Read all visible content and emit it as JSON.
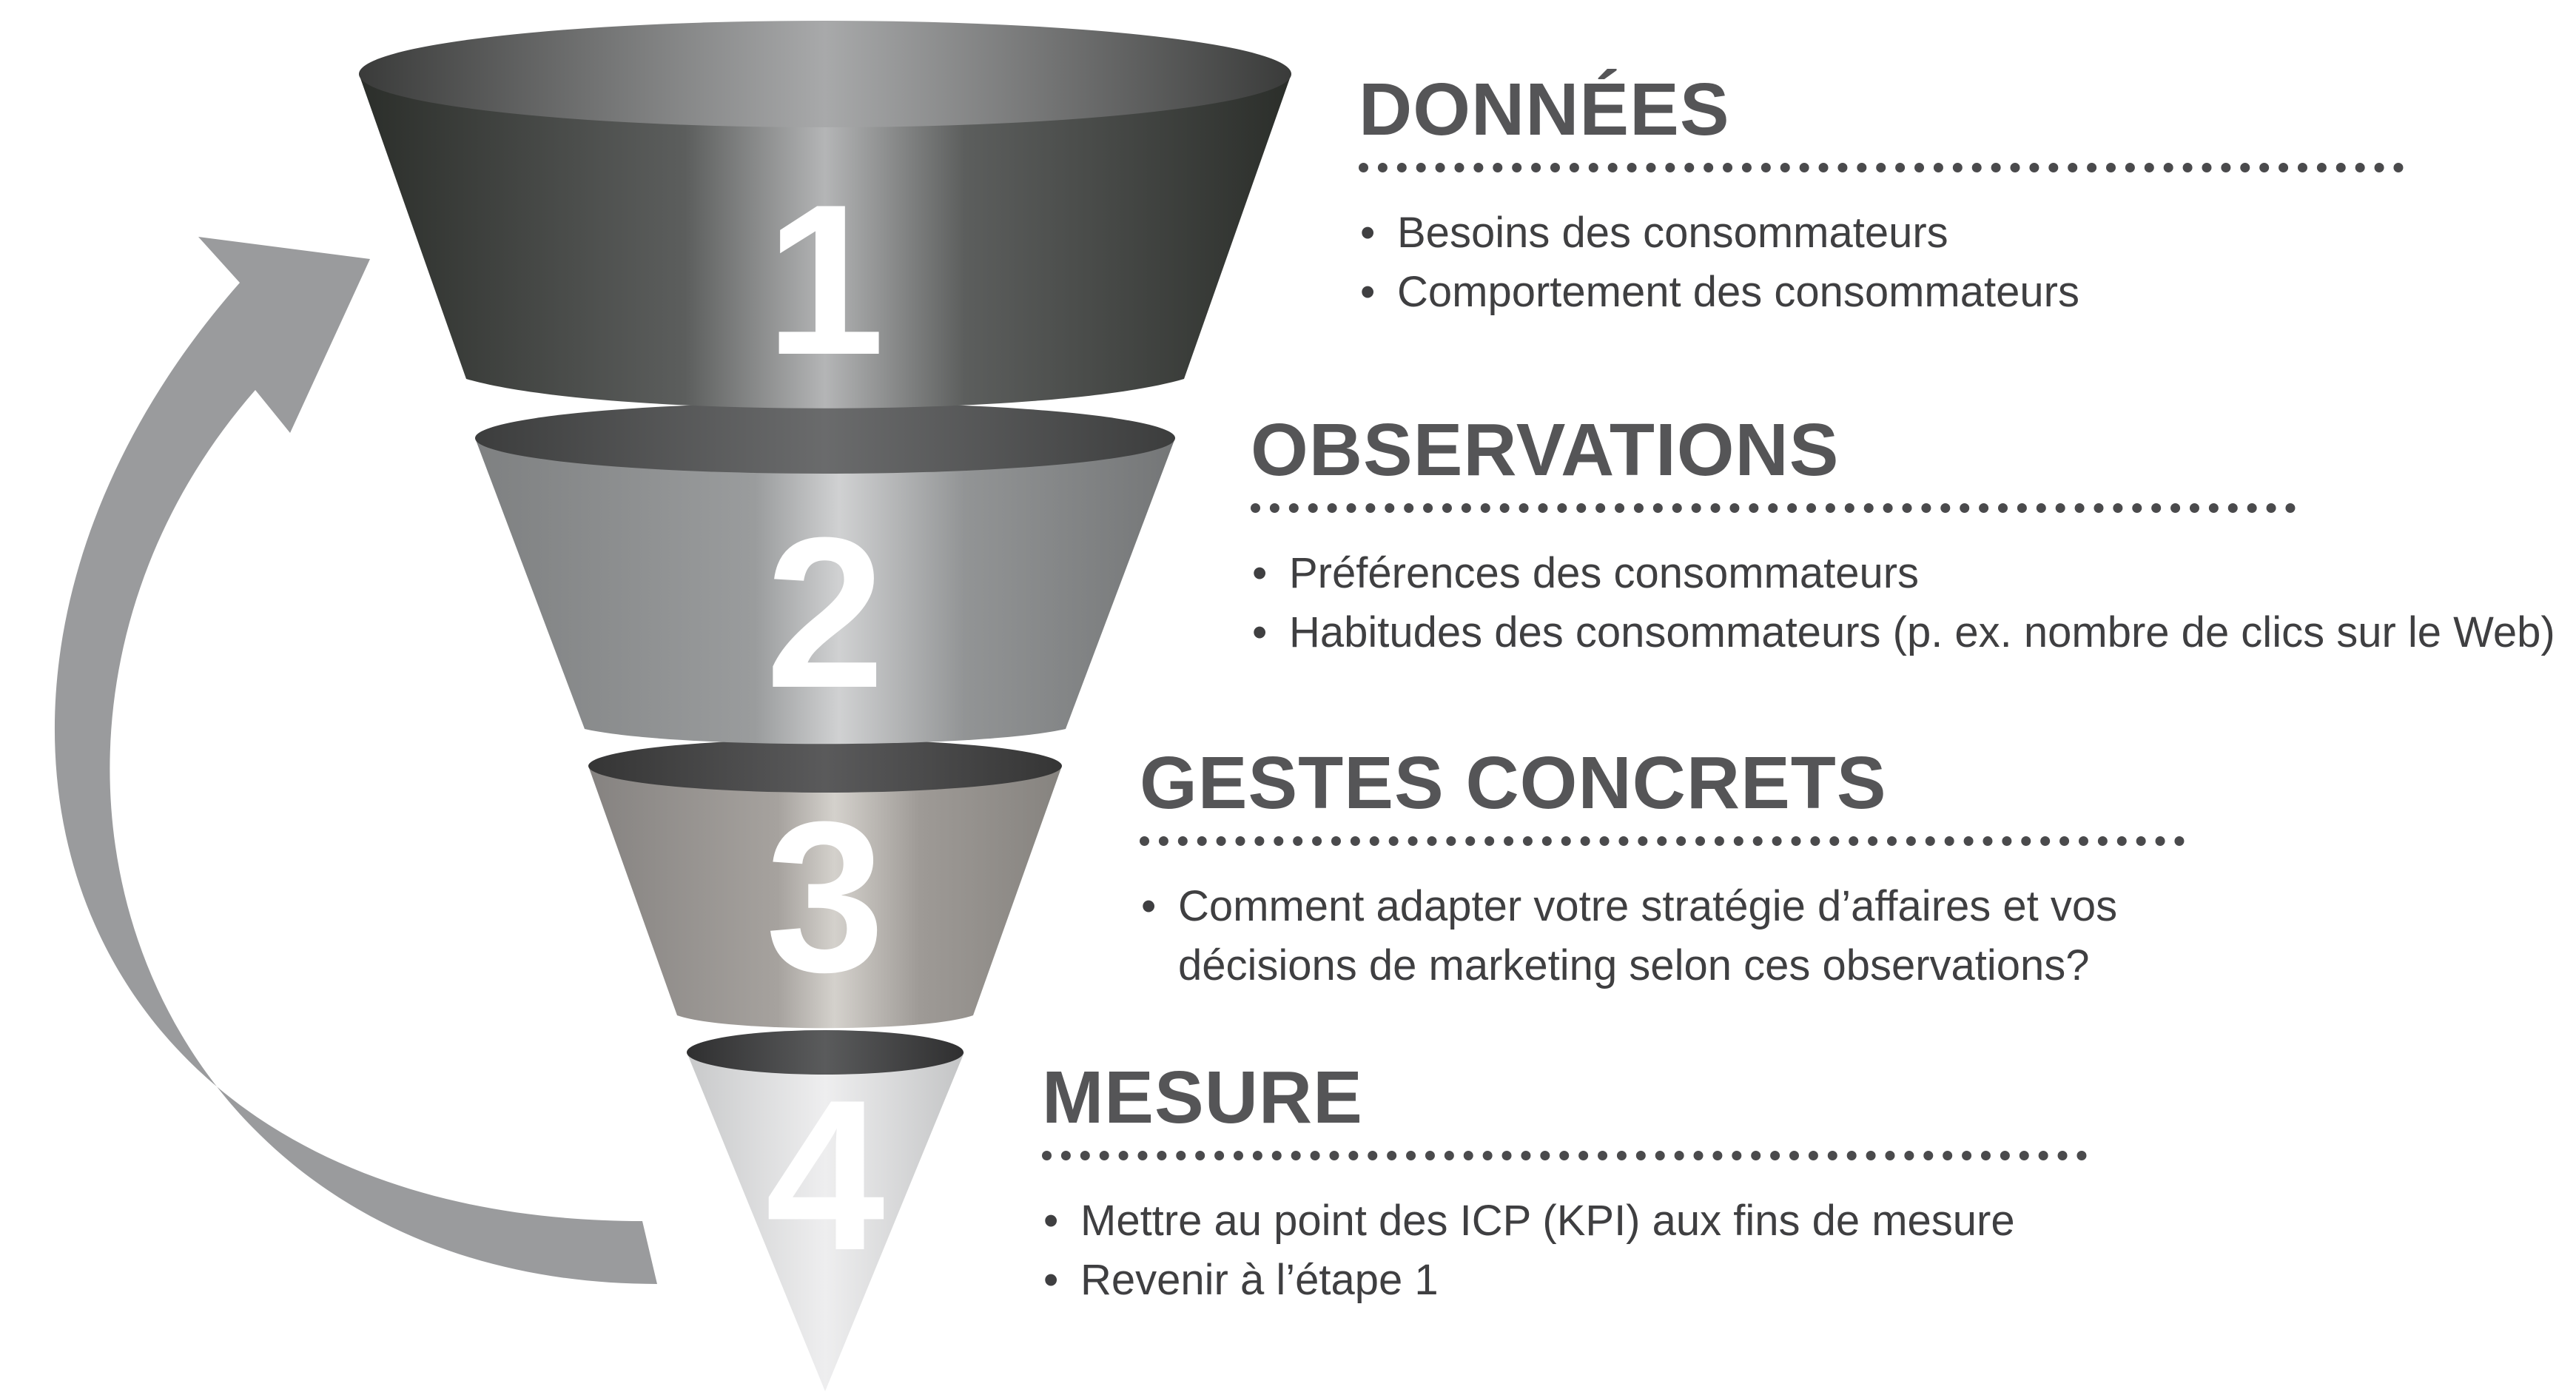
{
  "funnel": {
    "stages": [
      {
        "number": "1",
        "title": "DONNÉES",
        "bullets": [
          "Besoins des consommateurs",
          "Comportement des consommateurs"
        ]
      },
      {
        "number": "2",
        "title": "OBSERVATIONS",
        "bullets": [
          "Préférences des consommateurs",
          "Habitudes des consommateurs (p. ex. nombre de clics sur le Web)"
        ]
      },
      {
        "number": "3",
        "title": "GESTES CONCRETS",
        "bullets": [
          "Comment adapter votre stratégie d’affaires et vos décisions de marketing selon ces observations?"
        ]
      },
      {
        "number": "4",
        "title": "MESURE",
        "bullets": [
          "Mettre au point des ICP (KPI) aux fins de mesure",
          "Revenir à l’étape 1"
        ]
      }
    ]
  },
  "colors": {
    "stage1": "#2d302c",
    "stage2": "#848687",
    "stage3": "#8d8985",
    "stage4": "#d2d3d4",
    "arrow": "#9a9b9d",
    "title_text": "#555557",
    "bullet_text": "#3f3f41"
  },
  "icons": {
    "cycle_arrow": "curved-return-arrow-icon",
    "bullet": "bullet-dot-icon"
  }
}
